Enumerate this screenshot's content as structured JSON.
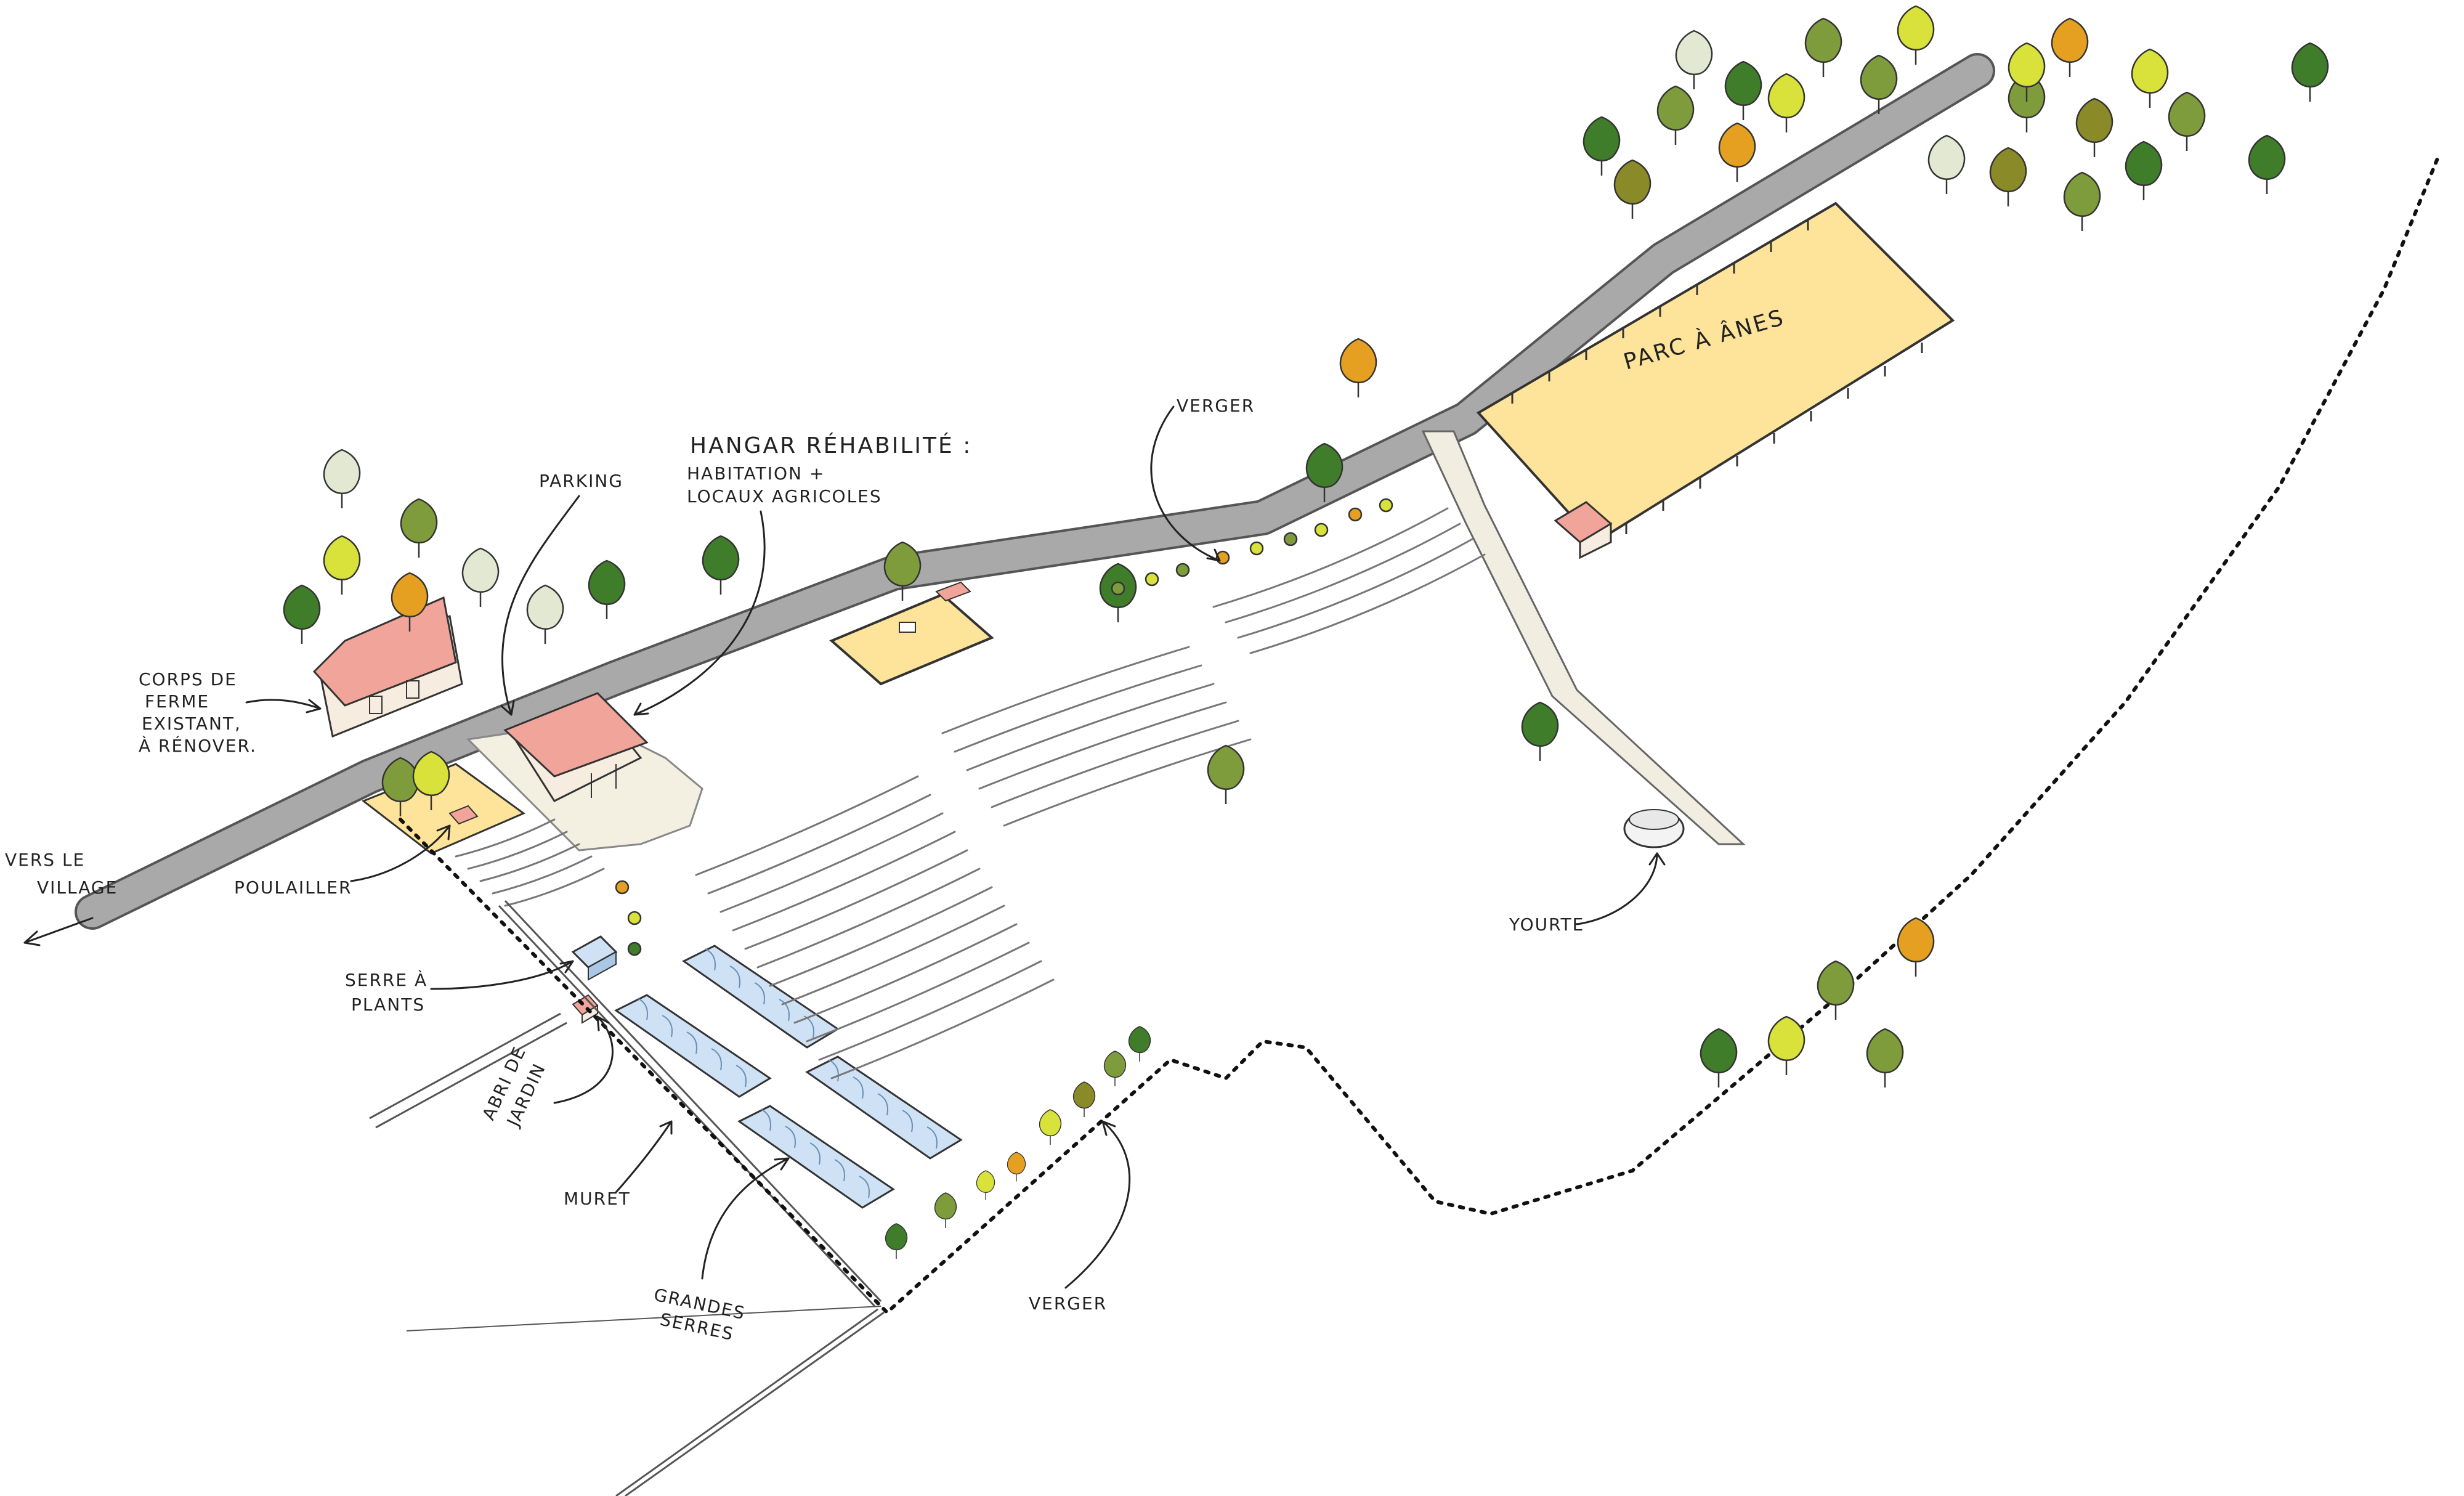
{
  "labels": {
    "village": [
      "VERS LE",
      "VILLAGE"
    ],
    "farmhouse": [
      "CORPS DE",
      "FERME",
      "EXISTANT,",
      "À RÉNOVER."
    ],
    "parking": "PARKING",
    "hangar": [
      "HANGAR RÉHABILITÉ :",
      "HABITATION +",
      "LOCAUX AGRICOLES"
    ],
    "orchard_top": "VERGER",
    "donkey_park": "PARC À ÂNES",
    "henhouse": "POULAILLER",
    "seedling_greenhouse": [
      "SERRE À",
      "PLANTS"
    ],
    "garden_shed": [
      "ABRI DE",
      "JARDIN"
    ],
    "low_wall": "MURET",
    "large_greenhouses": [
      "GRANDES",
      "SERRES"
    ],
    "orchard_bottom": "VERGER",
    "yurt": "YOURTE"
  },
  "colors": {
    "road": "#a9a9a9",
    "paddock": "#fde49a",
    "roof": "#f1a59a",
    "wall": "#f6ecdf",
    "greenhouse": "#cfe2f5",
    "path": "#f1ede0",
    "tree_dark": "#3f7d2a",
    "tree_mid": "#7f9c3c",
    "tree_olive": "#8a8a28",
    "tree_lime": "#d8e23a",
    "tree_pale": "#e3e8d2",
    "tree_orange": "#e5a022"
  }
}
